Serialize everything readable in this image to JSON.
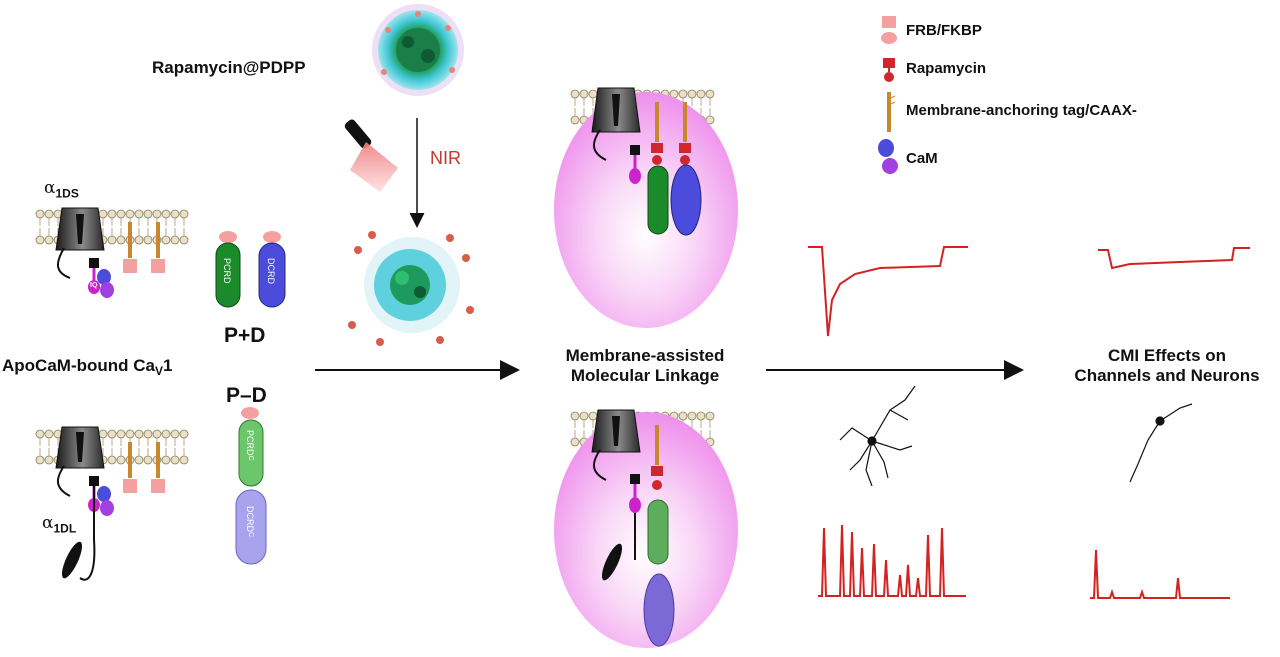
{
  "labels": {
    "rapamycin_pdpp": "Rapamycin@PDPP",
    "nir": "NIR",
    "alpha_1ds_symbol": "α",
    "alpha_1ds_sub": "1DS",
    "alpha_1dl_symbol": "α",
    "alpha_1dl_sub": "1DL",
    "apocam_prefix": "ApoCaM-bound Ca",
    "apocam_sub": "V",
    "apocam_suffix": "1",
    "p_plus_d": "P+D",
    "p_minus_d": "P–D",
    "pcrd": "PCRD",
    "dcrd": "DCRD",
    "pcrd_c": "PCRD",
    "dcrd_c": "DCRD",
    "c_sub": "C",
    "iq": "IQ",
    "membrane_line1": "Membrane-assisted",
    "membrane_line2": "Molecular Linkage",
    "cmi_line1": "CMI Effects on",
    "cmi_line2": "Channels and Neurons"
  },
  "legend": [
    {
      "icon": "frb-fkbp-icon",
      "label": "FRB/FKBP"
    },
    {
      "icon": "rapamycin-icon",
      "label": "Rapamycin"
    },
    {
      "icon": "membrane-anchor-icon",
      "label": "Membrane-anchoring tag/CAAX-"
    },
    {
      "icon": "cam-icon",
      "label": "CaM"
    }
  ],
  "colors": {
    "trace_red": "#d32222",
    "pcrd_green": "#1a8a2a",
    "dcrd_blue": "#4b4bdc",
    "cam_purple": "#8a2be2",
    "iq_magenta": "#cc22cc",
    "frb_pink": "#f4a0a0",
    "rapamycin_red": "#d0262e",
    "anchor_orange": "#c8872a",
    "cell_pink": "#f1a8f0",
    "nanoparticle_cyan": "#3fc7d6",
    "nanoparticle_green": "#1e9a5e"
  }
}
